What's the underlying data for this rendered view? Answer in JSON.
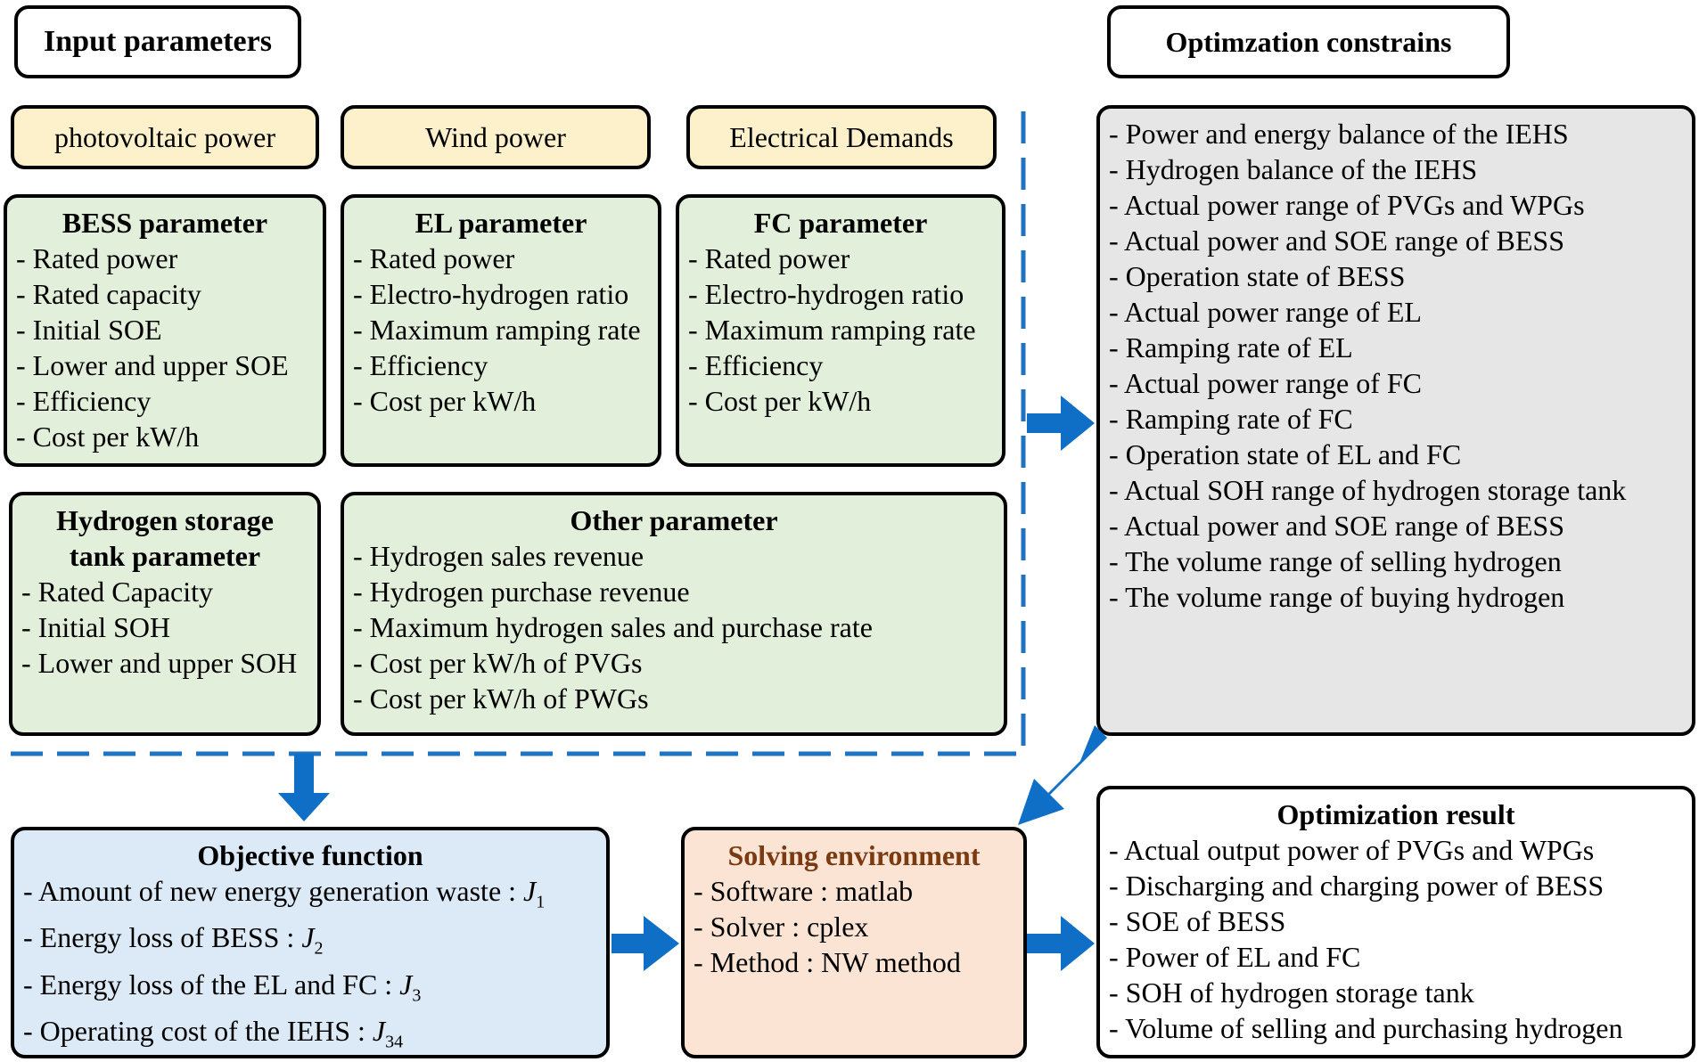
{
  "headers": {
    "input": "Input parameters",
    "constraints": "Optimzation constrains"
  },
  "sources": [
    "photovoltaic power",
    "Wind power",
    "Electrical Demands"
  ],
  "bess": {
    "title": "BESS parameter",
    "items": [
      "- Rated power",
      "- Rated capacity",
      "- Initial SOE",
      "- Lower and upper SOE",
      "- Efficiency",
      "- Cost per kW/h"
    ]
  },
  "el": {
    "title": "EL parameter",
    "items": [
      "- Rated power",
      "- Electro-hydrogen ratio",
      "- Maximum ramping rate",
      "- Efficiency",
      "- Cost per kW/h"
    ]
  },
  "fc": {
    "title": "FC parameter",
    "items": [
      "- Rated power",
      "- Electro-hydrogen ratio",
      "- Maximum ramping rate",
      "- Efficiency",
      "- Cost per kW/h"
    ]
  },
  "hst": {
    "title_line1": "Hydrogen storage",
    "title_line2": "tank parameter",
    "items": [
      "- Rated Capacity",
      "- Initial SOH",
      "- Lower and upper SOH"
    ]
  },
  "other": {
    "title": "Other parameter",
    "items": [
      "- Hydrogen sales revenue",
      "- Hydrogen purchase revenue",
      "- Maximum hydrogen sales and purchase rate",
      "- Cost per kW/h of PVGs",
      "- Cost per kW/h of PWGs"
    ]
  },
  "constraints": {
    "items": [
      "- Power and energy balance of the IEHS",
      "- Hydrogen balance of the IEHS",
      "- Actual power range of PVGs and WPGs",
      "- Actual power and SOE range of BESS",
      "- Operation state of BESS",
      "- Actual power  range of EL",
      "- Ramping rate of EL",
      "- Actual power  range of FC",
      "- Ramping rate of FC",
      "- Operation state of EL and FC",
      "- Actual SOH range of  hydrogen storage tank",
      "- Actual power and SOE range of BESS",
      "- The volume range of selling hydrogen",
      "- The volume range of buying hydrogen"
    ]
  },
  "objective": {
    "title": "Objective function",
    "items": [
      {
        "text": "- Amount of new energy generation waste : ",
        "var": "J",
        "sub": "1"
      },
      {
        "text": "- Energy loss of BESS : ",
        "var": "J",
        "sub": "2"
      },
      {
        "text": "- Energy loss of the EL and FC : ",
        "var": "J",
        "sub": "3"
      },
      {
        "text": "- Operating cost of the IEHS : ",
        "var": "J",
        "sub": "34"
      }
    ]
  },
  "solver": {
    "title": "Solving environment",
    "items": [
      "- Software : matlab",
      "- Solver : cplex",
      "- Method : NW method"
    ]
  },
  "result": {
    "title": "Optimization result",
    "items": [
      "- Actual output power of PVGs and WPGs",
      "- Discharging and charging power of BESS",
      "- SOE of BESS",
      "- Power of EL and FC",
      "- SOH of hydrogen storage tank",
      "- Volume of selling and purchasing hydrogen"
    ]
  },
  "colors": {
    "source_fill": "#fdf1cc",
    "param_fill": "#e2efda",
    "constraint_fill": "#e7e6e6",
    "objective_fill": "#dce9f6",
    "solver_fill": "#fbe4d3",
    "arrow": "#0f6fc6",
    "dashed_line": "#1f73c1",
    "solver_title": "#7a3a12"
  }
}
